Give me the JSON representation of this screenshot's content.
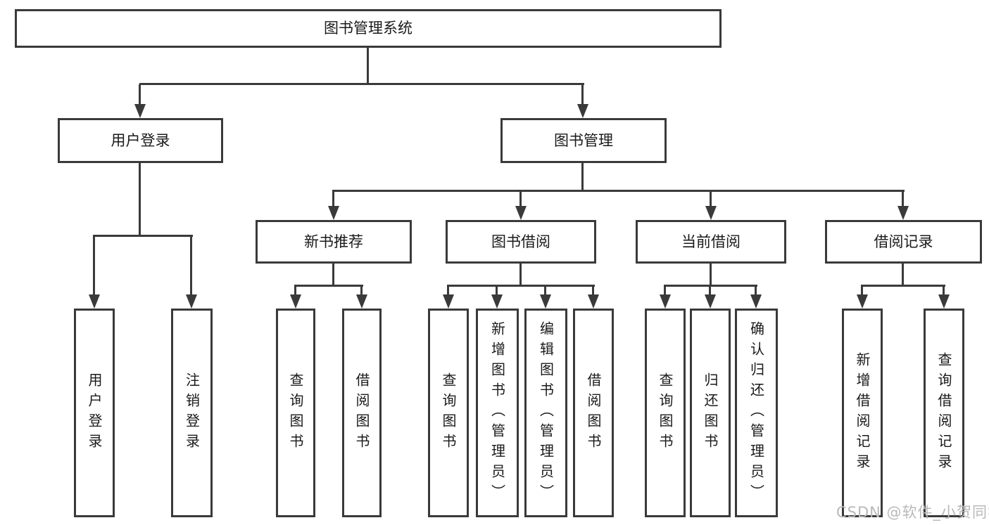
{
  "diagram": {
    "type": "tree",
    "title": "图书管理系统",
    "root": {
      "label": "图书管理系统",
      "children": [
        {
          "label": "用户登录",
          "children": [
            {
              "label": "用户登录"
            },
            {
              "label": "注销登录"
            }
          ]
        },
        {
          "label": "图书管理",
          "children": [
            {
              "label": "新书推荐",
              "children": [
                {
                  "label": "查询图书"
                },
                {
                  "label": "借阅图书"
                }
              ]
            },
            {
              "label": "图书借阅",
              "children": [
                {
                  "label": "查询图书"
                },
                {
                  "label": "新增图书（管理员）"
                },
                {
                  "label": "编辑图书（管理员）"
                },
                {
                  "label": "借阅图书"
                }
              ]
            },
            {
              "label": "当前借阅",
              "children": [
                {
                  "label": "查询图书"
                },
                {
                  "label": "归还图书"
                },
                {
                  "label": "确认归还（管理员）"
                }
              ]
            },
            {
              "label": "借阅记录",
              "children": [
                {
                  "label": "新增借阅记录"
                },
                {
                  "label": "查询借阅记录"
                }
              ]
            }
          ]
        }
      ]
    }
  },
  "watermark": {
    "text": "CSDN @软件_小贺同学",
    "color": "#b9b9b9"
  },
  "style": {
    "line_color": "#3a3a3a",
    "box_fill": "#ffffff",
    "text_color": "#1a1a1a",
    "background": "#ffffff"
  }
}
